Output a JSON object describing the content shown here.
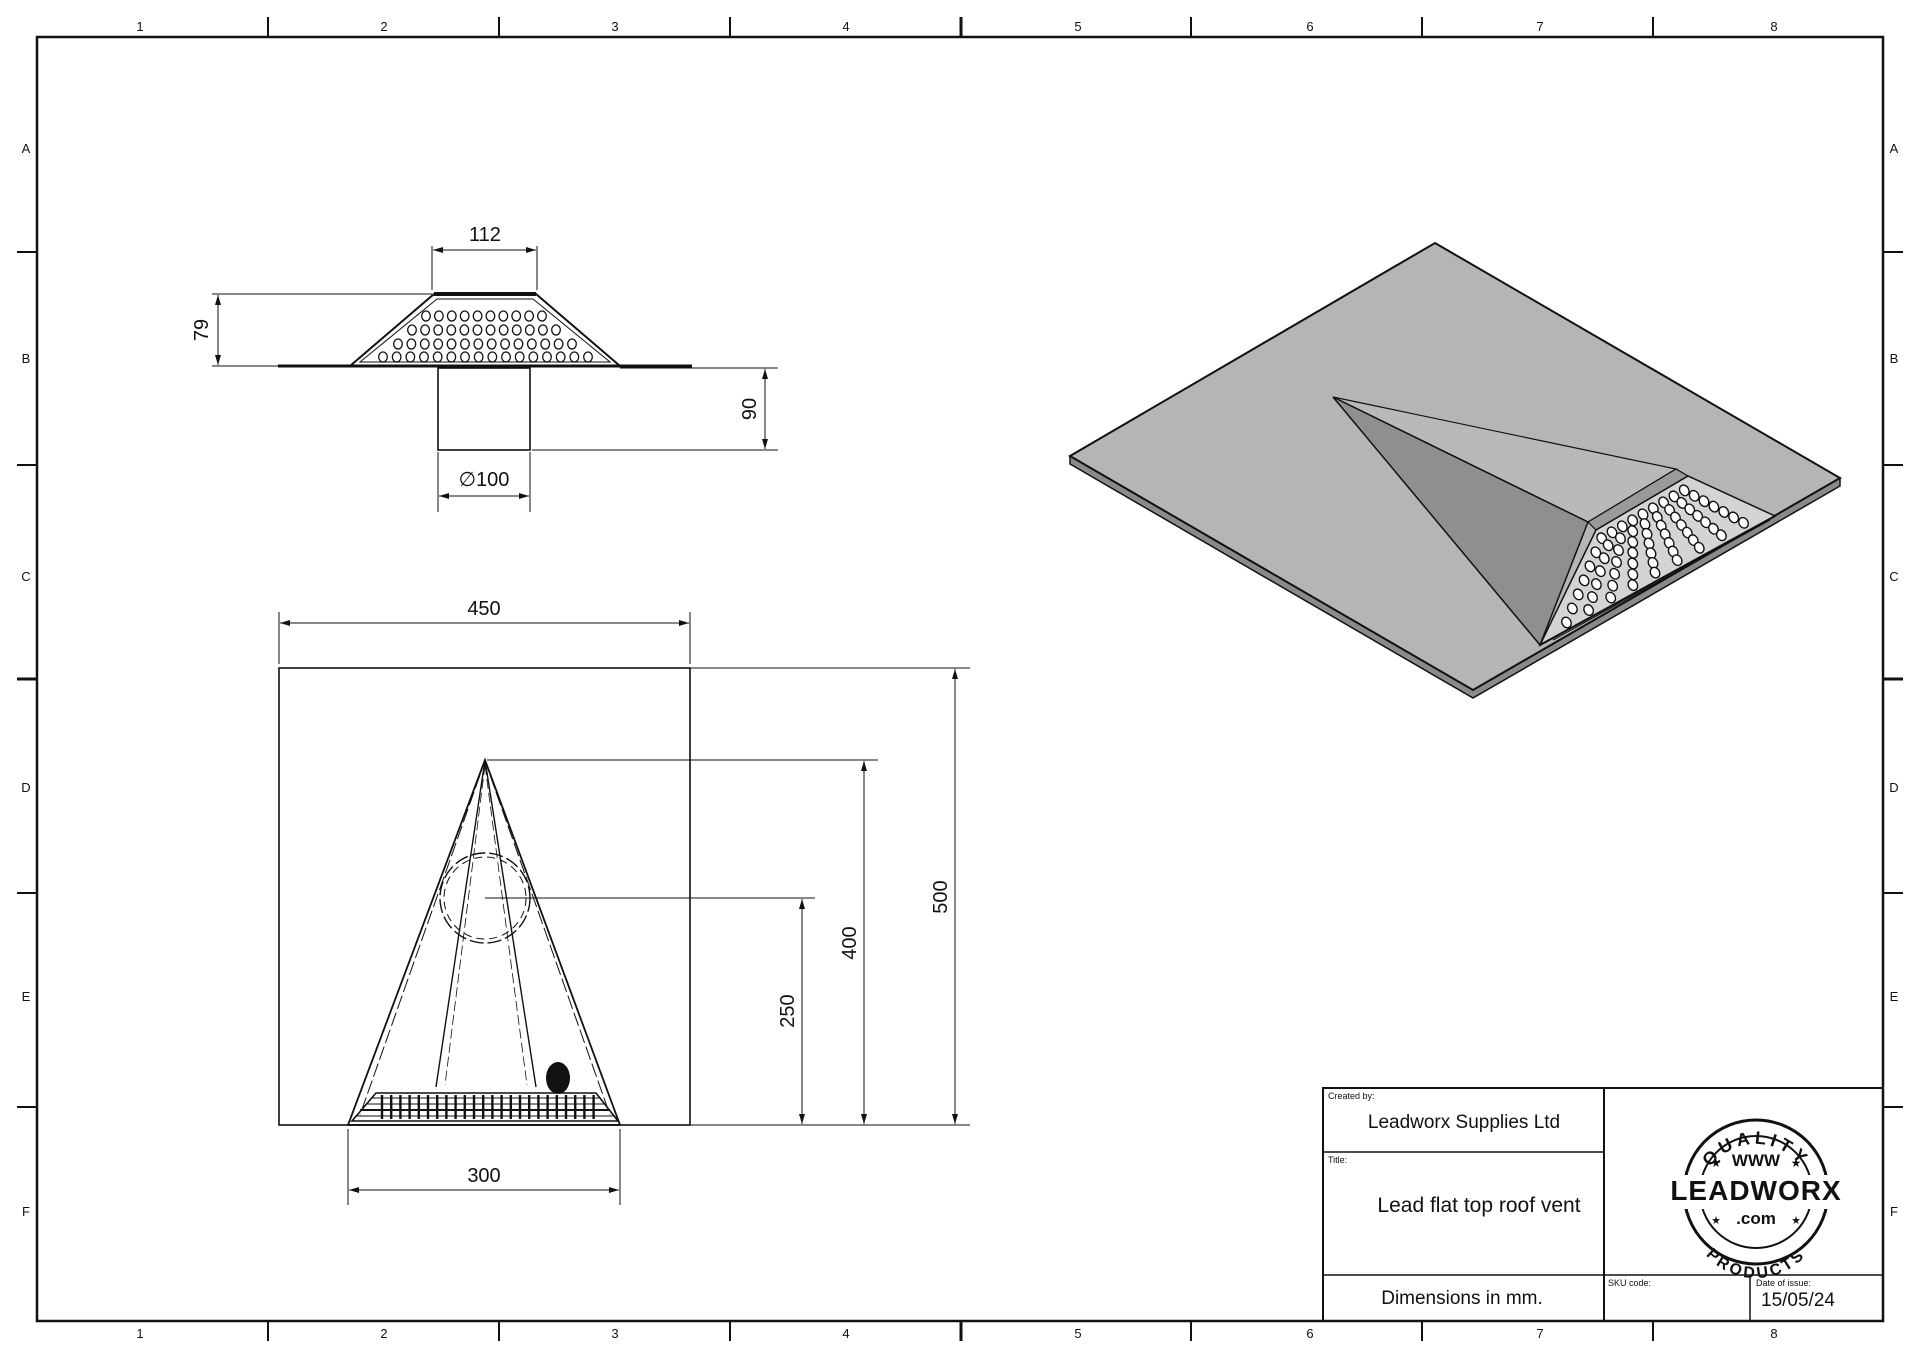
{
  "border": {
    "columns": [
      "1",
      "2",
      "3",
      "4",
      "5",
      "6",
      "7",
      "8"
    ],
    "rows": [
      "A",
      "B",
      "C",
      "D",
      "E",
      "F"
    ]
  },
  "side_view": {
    "dim_top_width": "112",
    "dim_cone_height": "79",
    "dim_spigot_height": "90",
    "dim_spigot_diameter": "∅100"
  },
  "plan_view": {
    "dim_sheet_width": "450",
    "dim_sheet_depth": "500",
    "dim_apex_distance": "400",
    "dim_outlet_distance": "250",
    "dim_base_width": "300"
  },
  "title_block": {
    "created_by_label": "Created by:",
    "created_by": "Leadworx Supplies Ltd",
    "title_label": "Title:",
    "title": "Lead flat top roof vent",
    "dimensions_note": "Dimensions in mm.",
    "sku_label": "SKU code:",
    "sku": "",
    "date_label": "Date of issue:",
    "date": "15/05/24"
  },
  "logo": {
    "top_arc": "QUALITY",
    "www": "WWW",
    "brand": "LEADWORX",
    "com": ".com",
    "bottom_arc": "PRODUCTS"
  },
  "colors": {
    "sheet": "#b5b5b5",
    "face_light": "#a4a4a4",
    "face_dark": "#7d7d7d",
    "grille": "#d4d4d4"
  }
}
